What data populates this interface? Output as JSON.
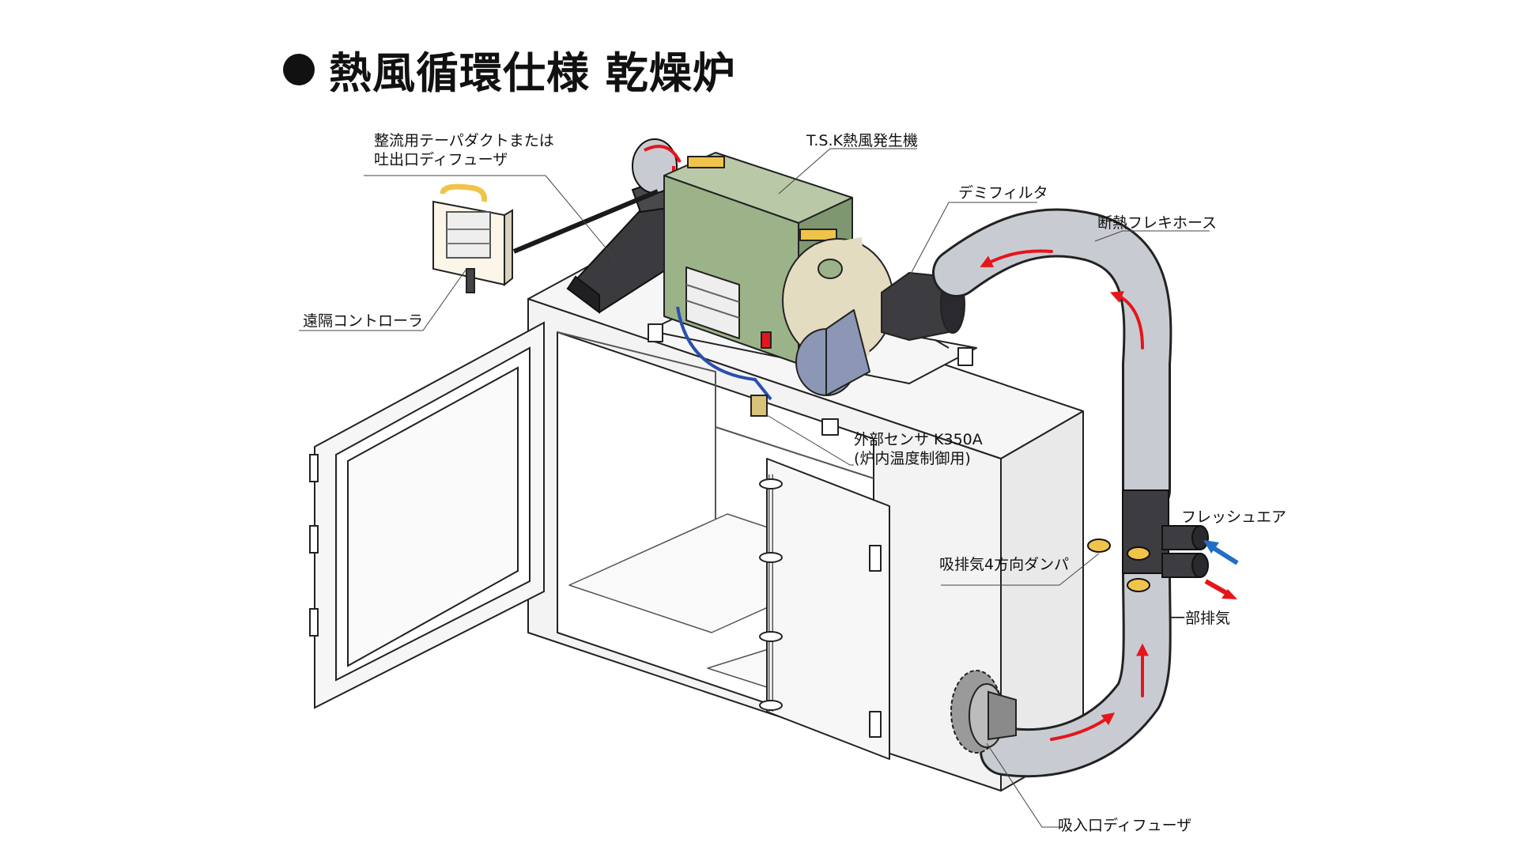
{
  "title": "熱風循環仕様 乾燥炉",
  "labels": {
    "rectifier_line1": "整流用テーパダクトまたは",
    "rectifier_line2": "吐出口ディフューザ",
    "generator": "T.S.K熱風発生機",
    "demister": "デミフィルタ",
    "flex_hose": "断熱フレキホース",
    "remote_controller": "遠隔コントローラ",
    "sensor_line1": "外部センサ K350A",
    "sensor_line2": "(炉内温度制御用)",
    "fresh_air": "フレッシュエア",
    "damper": "吸排気4方向ダンパ",
    "partial_exhaust": "一部排気",
    "inlet_diffuser": "吸入口ディフューザ"
  },
  "colors": {
    "flow_arrow": "#e5161b",
    "fresh_air_arrow": "#1f6fc4",
    "generator_body": "#9cb38a",
    "blower": "#e4dcc1",
    "hose": "#c8ccd2",
    "duct": "#3a3a3f",
    "handle": "#f0c44a"
  }
}
